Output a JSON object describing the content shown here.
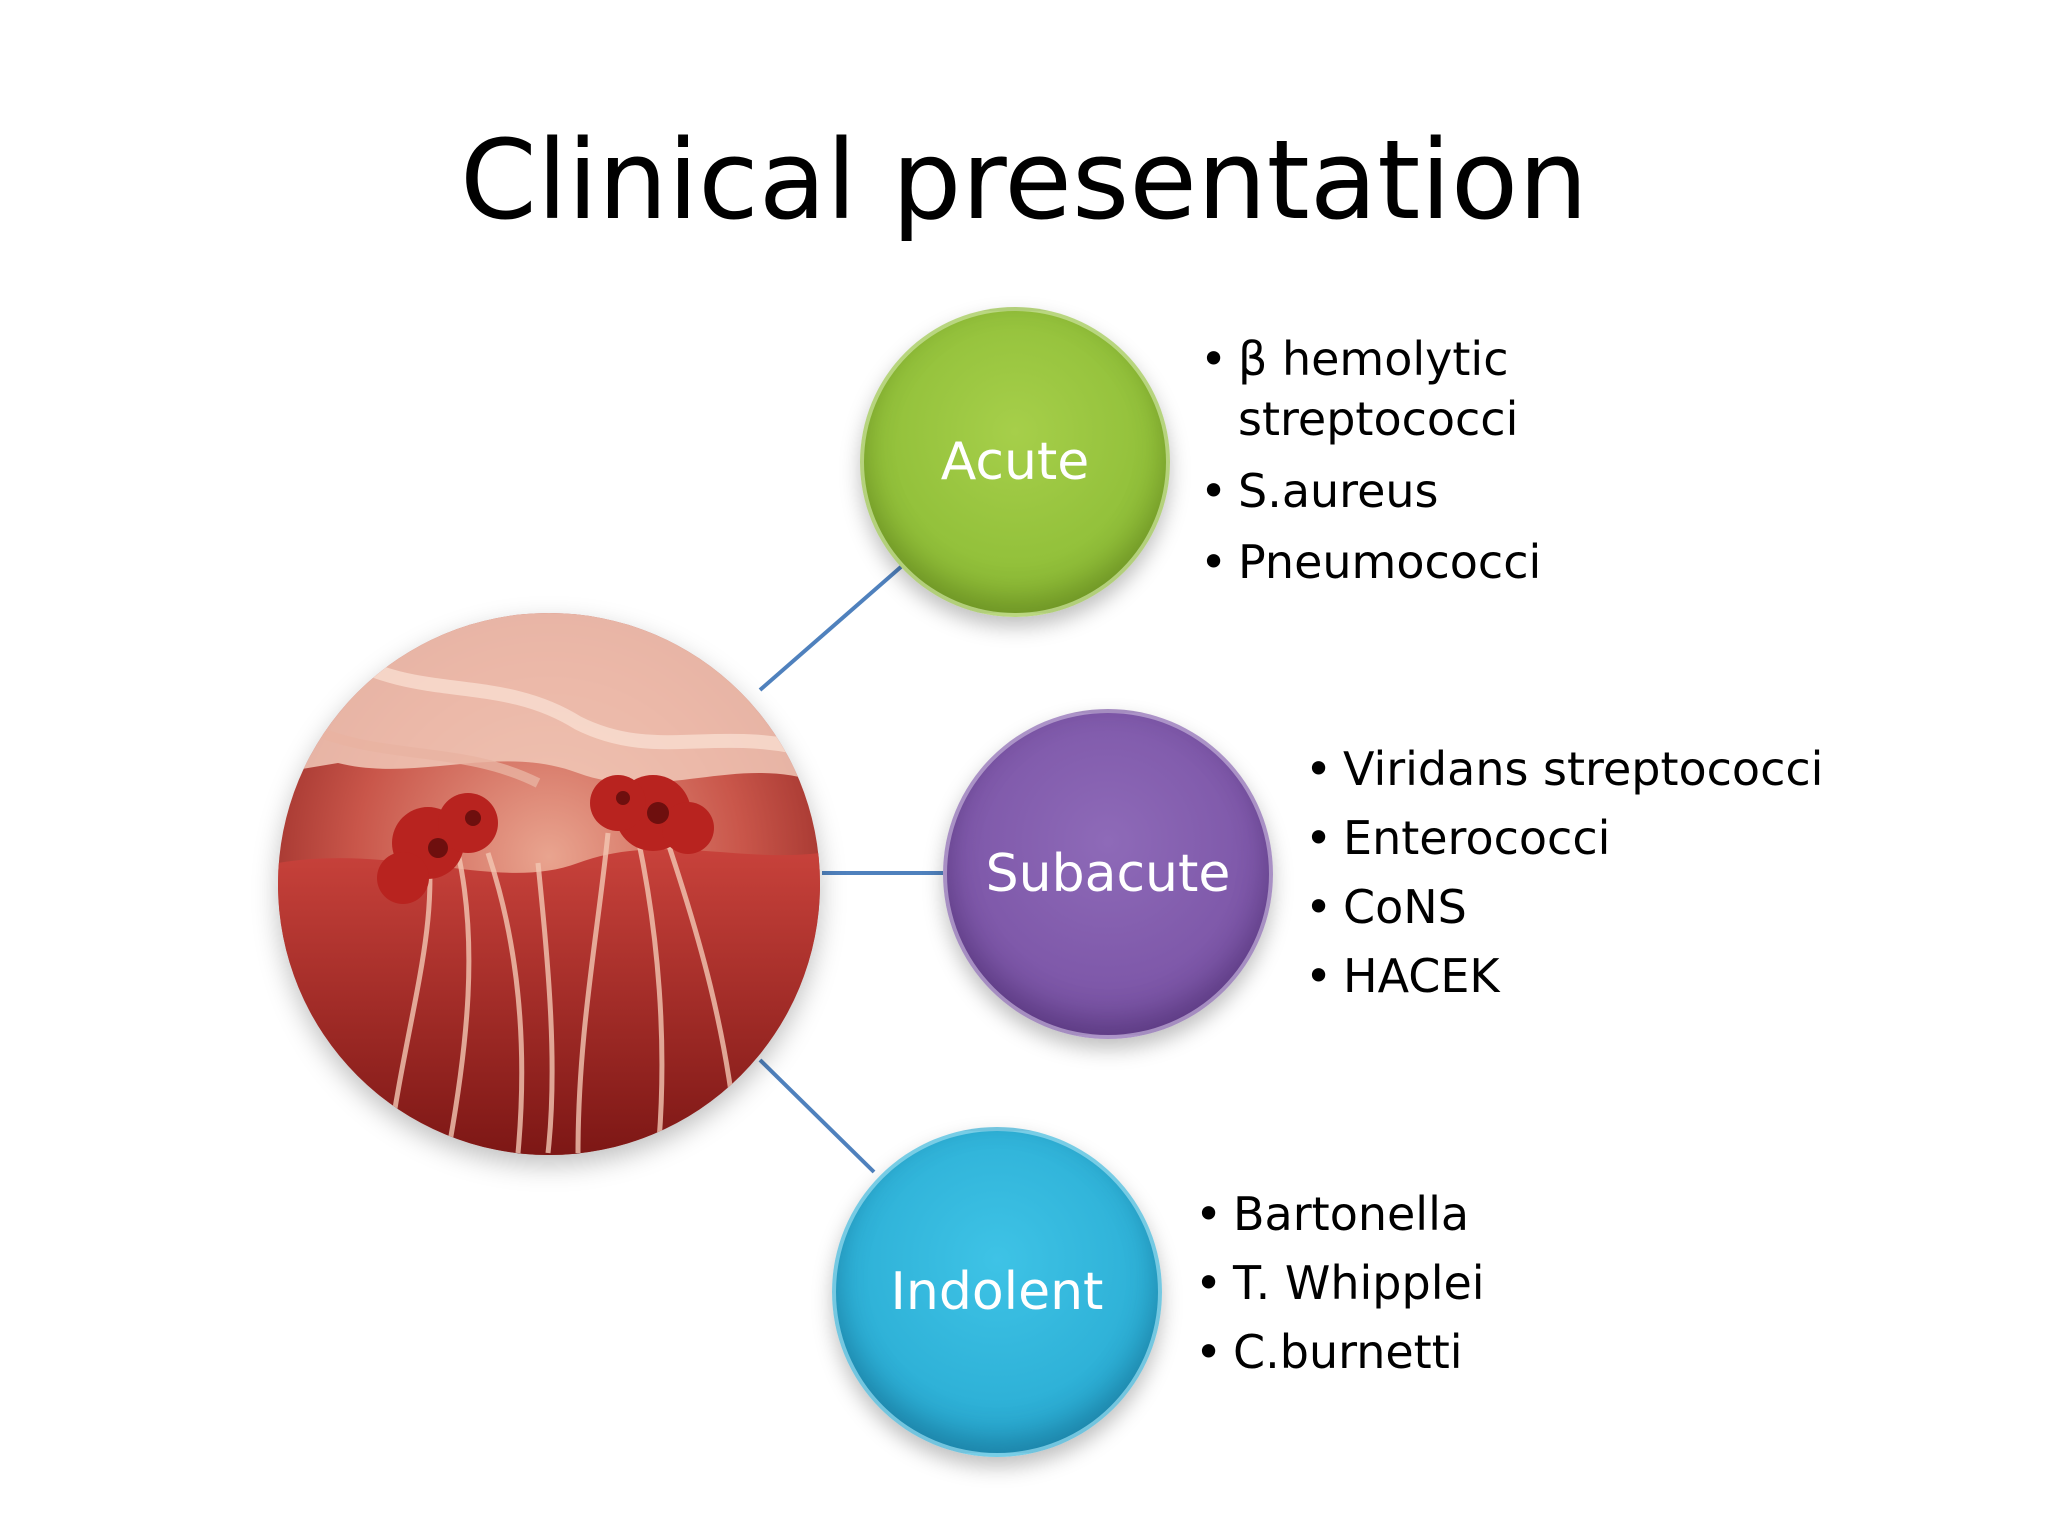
{
  "title": "Clinical presentation",
  "center_image": {
    "description_icon": "heart-valve-vegetation-photo"
  },
  "nodes": [
    {
      "label": "Acute",
      "color": "#93c13b",
      "items": [
        "β hemolytic streptococci",
        "S.aureus",
        "Pneumococci"
      ]
    },
    {
      "label": "Subacute",
      "color": "#7f59aa",
      "items": [
        "Viridans streptococci",
        "Enterococci",
        "CoNS",
        "HACEK"
      ]
    },
    {
      "label": "Indolent",
      "color": "#2fb2d8",
      "items": [
        "Bartonella",
        "T. Whipplei",
        "C.burnetti"
      ]
    }
  ],
  "connector_color": "#4f81bd"
}
